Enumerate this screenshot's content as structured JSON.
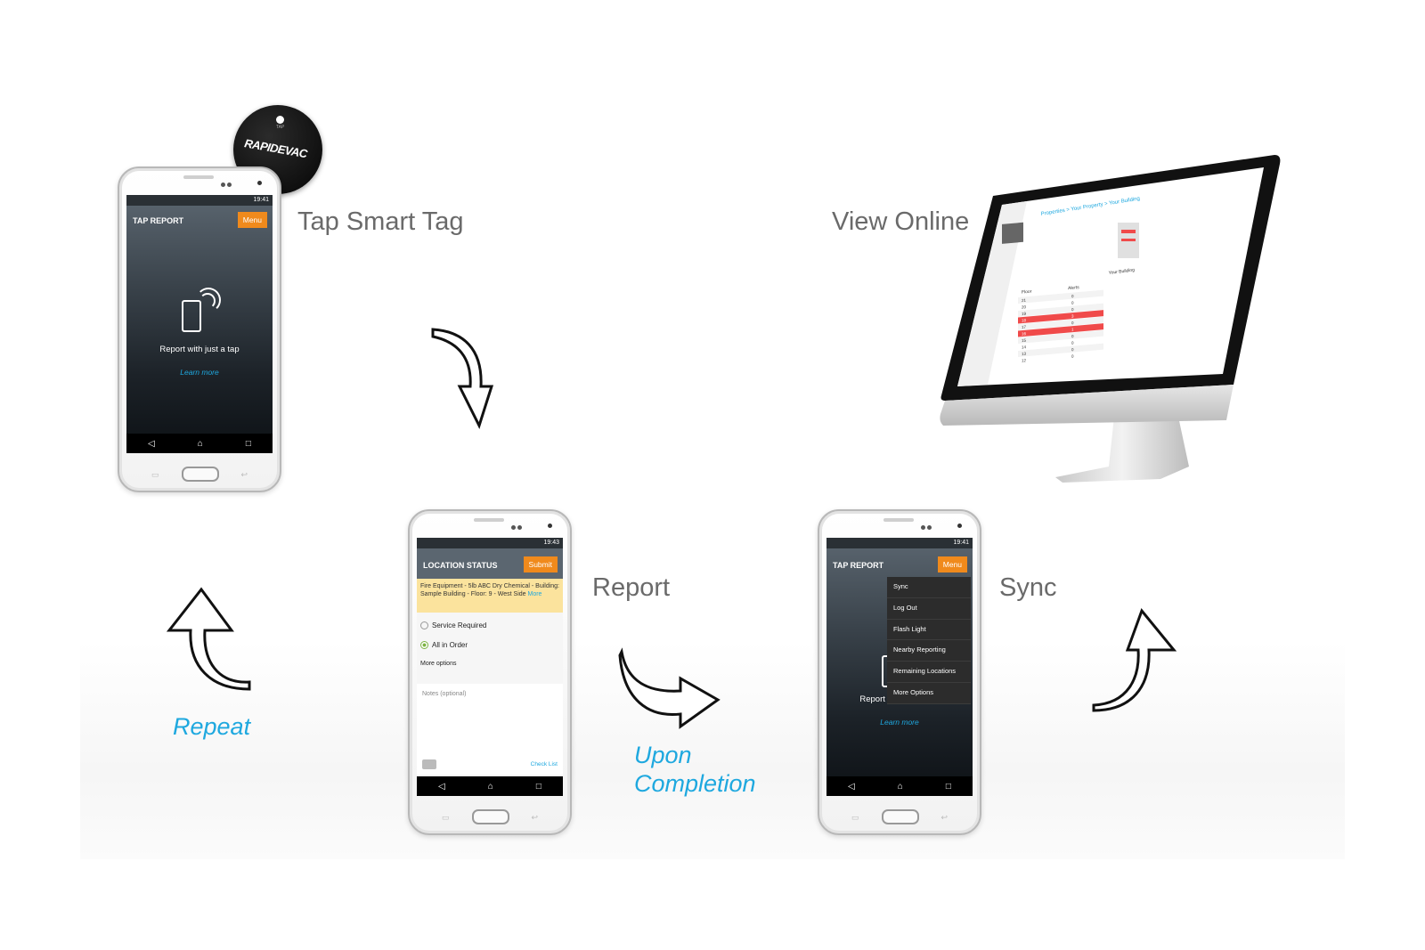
{
  "steps": {
    "tap": "Tap Smart Tag",
    "report": "Report",
    "sync": "Sync",
    "view": "View Online"
  },
  "captions": {
    "repeat": "Repeat",
    "upon_line1": "Upon",
    "upon_line2": "Completion"
  },
  "tag": {
    "small": "TAP",
    "logo": "RAPIDEVAC"
  },
  "phone1": {
    "status": "19:41",
    "title": "TAP REPORT",
    "menu": "Menu",
    "text": "Report with just a tap",
    "learn": "Learn more"
  },
  "phone2": {
    "status": "19:43",
    "title": "LOCATION STATUS",
    "submit": "Submit",
    "warning": "Fire Equipment - 5lb ABC Dry Chemical - Building: Sample Building - Floor: 9 - West Side",
    "warning_more": "More",
    "option1": "Service Required",
    "option2": "All in Order",
    "more_options": "More options",
    "notes": "Notes (optional)",
    "checklist": "Check List"
  },
  "phone3": {
    "status": "19:41",
    "title": "TAP REPORT",
    "menu": "Menu",
    "text": "Report with just a tap",
    "learn": "Learn more",
    "dropdown": [
      "Sync",
      "Log Out",
      "Flash Light",
      "Nearby Reporting",
      "Remaining Locations",
      "More Options"
    ]
  },
  "monitor": {
    "breadcrumb": "Properties > Your Property > Your Building",
    "building_label": "Your Building",
    "col_floor": "Floor",
    "col_alerts": "Alerts",
    "rows": [
      {
        "floor": "21",
        "alerts": "0"
      },
      {
        "floor": "20",
        "alerts": "0"
      },
      {
        "floor": "19",
        "alerts": "0"
      },
      {
        "floor": "18",
        "alerts": "3"
      },
      {
        "floor": "17",
        "alerts": "0"
      },
      {
        "floor": "16",
        "alerts": "1"
      },
      {
        "floor": "15",
        "alerts": "0"
      },
      {
        "floor": "14",
        "alerts": "0"
      },
      {
        "floor": "13",
        "alerts": "0"
      },
      {
        "floor": "12",
        "alerts": "0"
      }
    ],
    "alert_color": "#f04a4a"
  }
}
